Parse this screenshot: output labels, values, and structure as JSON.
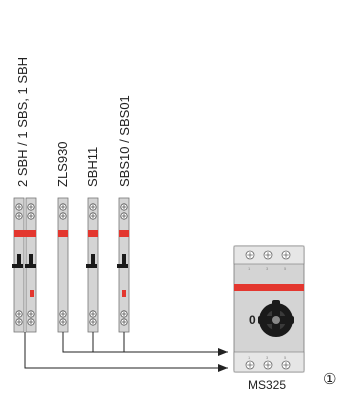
{
  "diagram": {
    "labels": {
      "group_a": "2 SBH / 1 SBS, 1 SBH",
      "group_b": "ZLS930",
      "group_c": "SBH11",
      "group_d": "SBS10 / SBS01"
    },
    "device": {
      "name": "MS325",
      "setting": "0",
      "terminal_marks": [
        "1",
        "3",
        "5"
      ],
      "callout": "①"
    },
    "colors": {
      "accent_red": "#e3372f",
      "body_grey": "#d4d4d4",
      "knob_black": "#1a1a1a",
      "line": "#222222"
    }
  }
}
